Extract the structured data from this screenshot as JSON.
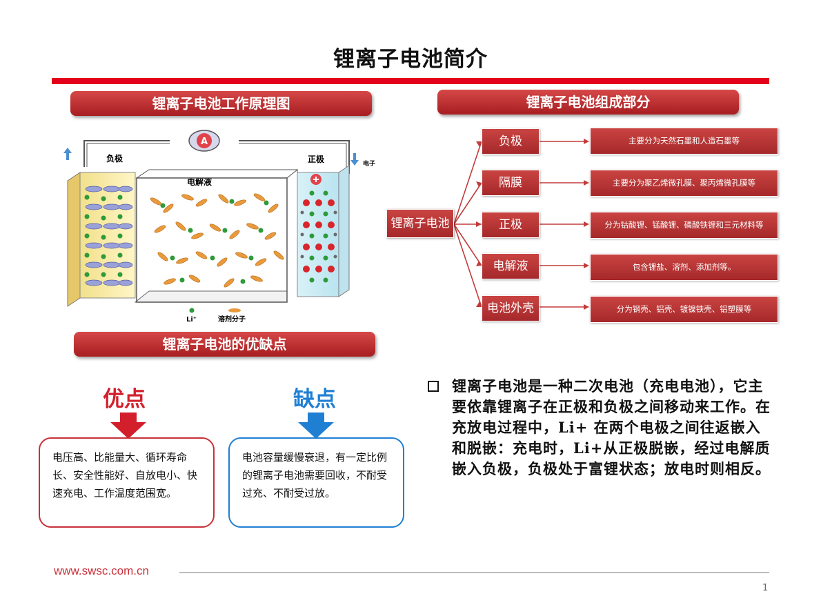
{
  "page": {
    "title": "锂离子电池简介",
    "page_number": "1",
    "website": "www.swsc.com.cn"
  },
  "left_header": "锂离子电池工作原理图",
  "right_header": "锂离子电池组成部分",
  "pros_cons_header": "锂离子电池的优缺点",
  "diagram": {
    "negative": "负极",
    "positive": "正极",
    "electrolyte": "电解液",
    "electron": "电子",
    "ammeter": "A",
    "legend_li": "Li⁺",
    "legend_solvent": "溶剂分子"
  },
  "composition": {
    "root": "锂离子电池",
    "items": [
      {
        "name": "负极",
        "desc": "主要分为天然石墨和人造石墨等"
      },
      {
        "name": "隔膜",
        "desc": "主要分为聚乙烯微孔膜、聚丙烯微孔膜等"
      },
      {
        "name": "正极",
        "desc": "分为钴酸锂、锰酸锂、磷酸铁锂和三元材料等"
      },
      {
        "name": "电解液",
        "desc": "包含锂盐、溶剂、添加剂等。"
      },
      {
        "name": "电池外壳",
        "desc": "分为钢壳、铝壳、镀镍铁壳、铝塑膜等"
      }
    ]
  },
  "pros": {
    "title": "优点",
    "text": "电压高、比能量大、循环寿命长、安全性能好、自放电小、快速充电、工作温度范围宽。"
  },
  "cons": {
    "title": "缺点",
    "text": "电池容量缓慢衰退，有一定比例的锂离子电池需要回收，不耐受过充、不耐受过放。"
  },
  "description": "锂离子电池是一种二次电池（充电电池），它主要依靠锂离子在正极和负极之间移动来工作。在充放电过程中，Li+ 在两个电极之间往返嵌入和脱嵌：充电时，Li+从正极脱嵌，经过电解质嵌入负极，负极处于富锂状态；放电时则相反。",
  "colors": {
    "accent_red": "#e3001b",
    "node_red": "#b3302f",
    "pros_red": "#d21f2b",
    "cons_blue": "#1f7fd3"
  }
}
